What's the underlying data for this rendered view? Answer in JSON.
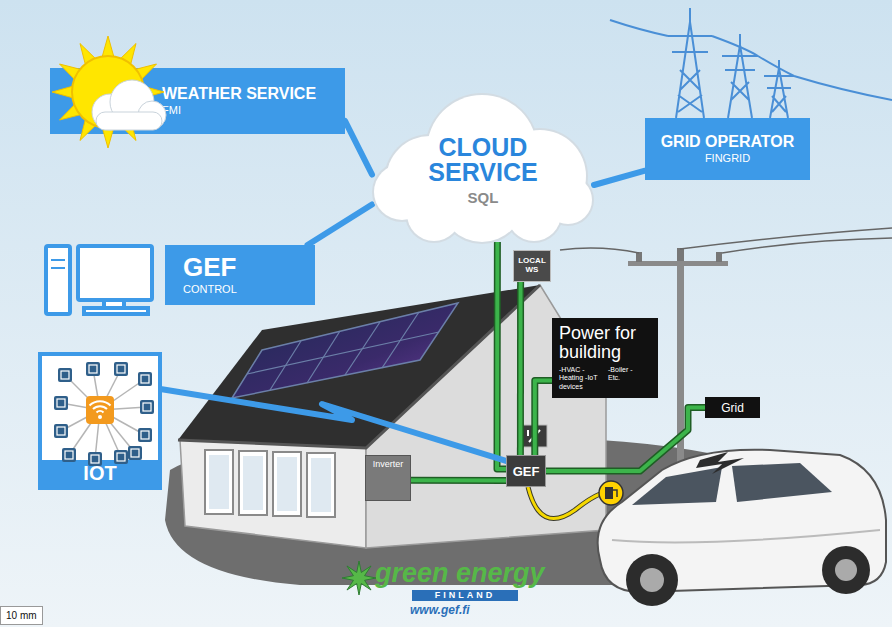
{
  "diagram": {
    "nodes": [
      {
        "text": [
          "WEATHER SERVICE",
          "FMI"
        ]
      },
      {
        "text": [
          "CLOUD SERVICE",
          "SQL"
        ]
      },
      {
        "text": [
          "GRID OPERATOR",
          "FINGRID"
        ]
      },
      {
        "text": [
          "GEF",
          "CONTROL"
        ]
      },
      {
        "text": [
          "IOT"
        ]
      },
      {
        "text": [
          "LOCAL WS"
        ]
      },
      {
        "text": [
          "Power for building",
          "-HVAC -Heating -IoT devices",
          "-Boiler -Etc."
        ]
      },
      {
        "text": [
          "Grid"
        ]
      },
      {
        "text": [
          "Inverter"
        ]
      },
      {
        "text": [
          "GEF"
        ]
      }
    ],
    "edges": [
      {
        "from": 0,
        "to": 1,
        "arrow": "none"
      },
      {
        "from": 2,
        "to": 1,
        "arrow": "none"
      },
      {
        "from": 3,
        "to": 1,
        "arrow": "none"
      },
      {
        "from": 1,
        "to": 9,
        "arrow": "none"
      },
      {
        "from": 5,
        "to": 9,
        "arrow": "none"
      },
      {
        "from": 6,
        "to": 9,
        "arrow": "none"
      },
      {
        "from": 4,
        "to": 9,
        "arrow": "none"
      },
      {
        "from": 8,
        "to": 9,
        "arrow": "none"
      },
      {
        "from": 9,
        "to": 7,
        "arrow": "none"
      }
    ],
    "labels": [
      "green energy",
      "FINLAND",
      "www.gef.fi",
      "10 mm"
    ]
  }
}
